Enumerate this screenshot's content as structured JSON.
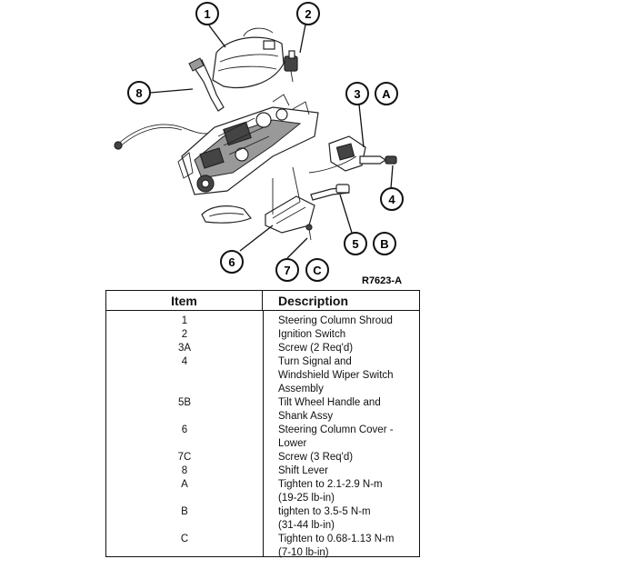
{
  "figure": {
    "ref": "R7623-A",
    "callouts": [
      {
        "id": "c1",
        "label": "1"
      },
      {
        "id": "c2",
        "label": "2"
      },
      {
        "id": "c3",
        "label": "3"
      },
      {
        "id": "cA",
        "label": "A"
      },
      {
        "id": "c4",
        "label": "4"
      },
      {
        "id": "c5",
        "label": "5"
      },
      {
        "id": "cB",
        "label": "B"
      },
      {
        "id": "c6",
        "label": "6"
      },
      {
        "id": "c7",
        "label": "7"
      },
      {
        "id": "cC",
        "label": "C"
      },
      {
        "id": "c8",
        "label": "8"
      }
    ]
  },
  "table": {
    "headers": {
      "item": "Item",
      "description": "Description"
    },
    "rows": [
      {
        "item": "1",
        "lines": [
          "Steering Column Shroud"
        ]
      },
      {
        "item": "2",
        "lines": [
          "Ignition Switch"
        ]
      },
      {
        "item": "3A",
        "lines": [
          "Screw (2 Req'd)"
        ]
      },
      {
        "item": "4",
        "lines": [
          "Turn Signal and",
          "Windshield Wiper Switch",
          "Assembly"
        ]
      },
      {
        "item": "5B",
        "lines": [
          "Tilt Wheel Handle and",
          "Shank Assy"
        ]
      },
      {
        "item": "6",
        "lines": [
          "Steering Column Cover -",
          "Lower"
        ]
      },
      {
        "item": "7C",
        "lines": [
          "Screw (3 Req'd)"
        ]
      },
      {
        "item": "8",
        "lines": [
          "Shift Lever"
        ]
      },
      {
        "item": "A",
        "lines": [
          "Tighten to 2.1-2.9 N-m",
          "(19-25 lb-in)"
        ]
      },
      {
        "item": "B",
        "lines": [
          "tighten to 3.5-5 N-m",
          "(31-44 lb-in)"
        ]
      },
      {
        "item": "C",
        "lines": [
          "Tighten to 0.68-1.13 N-m",
          "(7-10 lb-in)"
        ]
      }
    ]
  }
}
